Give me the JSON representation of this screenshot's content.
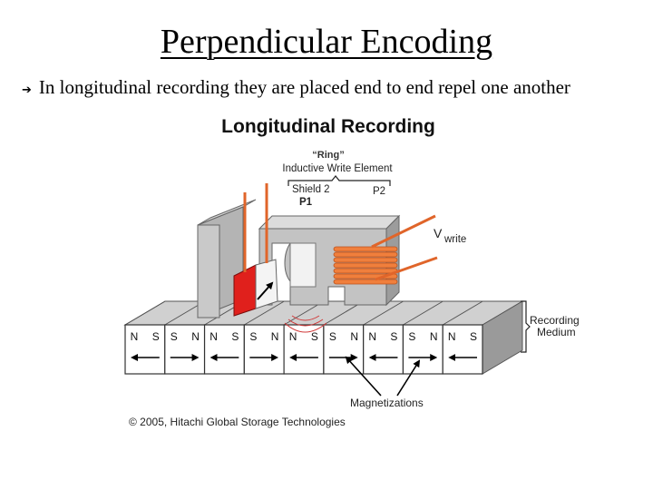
{
  "slide": {
    "title": "Perpendicular Encoding",
    "bullet_icon": "right-arrow-icon",
    "bullet_text": "In longitudinal recording they are placed end to end repel one another"
  },
  "figure": {
    "title": "Longitudinal Recording",
    "ring_label": "“Ring”",
    "element_label": "Inductive Write Element",
    "shield_label": "Shield 2",
    "p2_label": "P2",
    "p1_label": "P1",
    "v_label": "V",
    "write_label": "write",
    "medium_label_1": "Recording",
    "medium_label_2": "Medium",
    "magnetizations_label": "Magnetizations",
    "copyright": "© 2005, Hitachi Global Storage Technologies",
    "segments": [
      {
        "left": "N",
        "right": "S",
        "arrow": "left"
      },
      {
        "left": "S",
        "right": "N",
        "arrow": "right"
      },
      {
        "left": "N",
        "right": "S",
        "arrow": "left"
      },
      {
        "left": "S",
        "right": "N",
        "arrow": "right"
      },
      {
        "left": "N",
        "right": "S",
        "arrow": "left"
      },
      {
        "left": "S",
        "right": "N",
        "arrow": "right"
      },
      {
        "left": "N",
        "right": "S",
        "arrow": "left"
      },
      {
        "left": "S",
        "right": "N",
        "arrow": "right"
      },
      {
        "left": "N",
        "right": "S",
        "arrow": "left"
      }
    ],
    "colors": {
      "core": "#c8c8c8",
      "core_dark": "#8c8c8c",
      "coil": "#f07f3c",
      "pole_red": "#e0201c",
      "medium_top": "#d2d2d2",
      "medium_side": "#a0a0a0"
    }
  }
}
